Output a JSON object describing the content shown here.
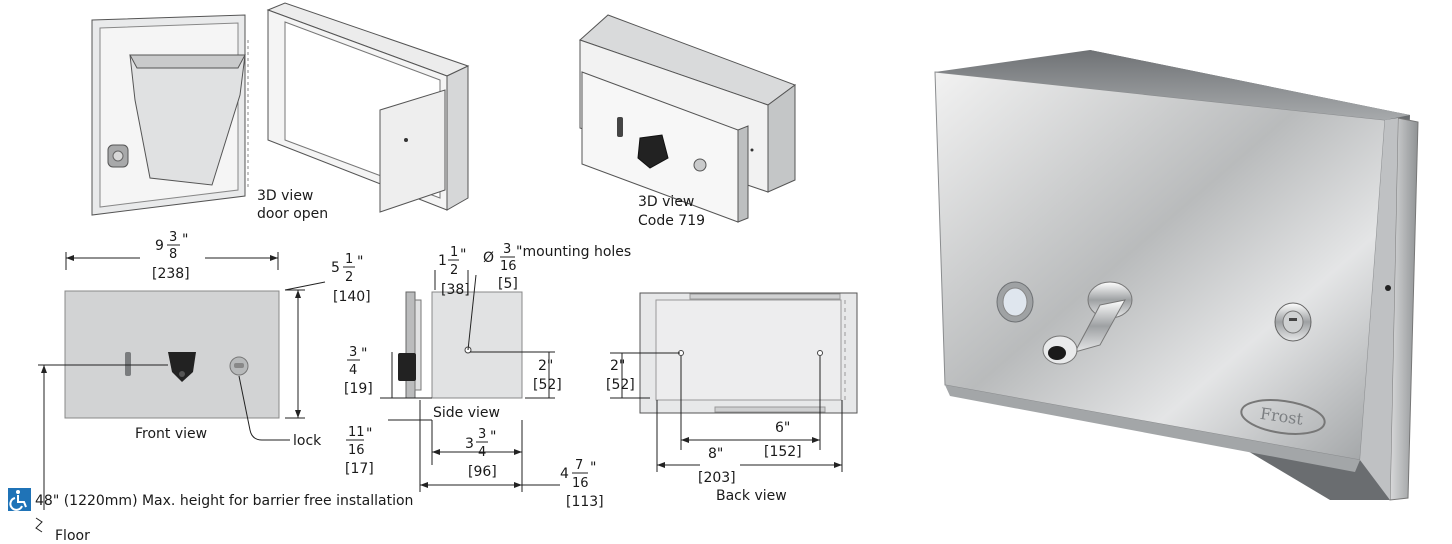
{
  "views": {
    "door_open": {
      "line1": "3D view",
      "line2": "door open"
    },
    "code": {
      "line1": "3D view",
      "line2": "Code 719"
    },
    "front": "Front view",
    "side": "Side view",
    "back": "Back view"
  },
  "dimensions": {
    "width": {
      "whole": "9",
      "num": "3",
      "den": "8",
      "unit": "\"",
      "mm": "[238]"
    },
    "height": {
      "whole": "5",
      "num": "1",
      "den": "2",
      "unit": "\"",
      "mm": "[140]"
    },
    "flange": {
      "whole": "1",
      "num": "1",
      "den": "2",
      "unit": "\"",
      "mm": "[38]"
    },
    "hole": {
      "prefix": "Ø",
      "num": "3",
      "den": "16",
      "text": "\"mounting holes",
      "mm": "[5]"
    },
    "valve_offset": {
      "num": "3",
      "den": "4",
      "unit": "\"",
      "mm": "[19]"
    },
    "hole_top": {
      "text": "2\"",
      "mm": "[52]"
    },
    "bottom_offset": {
      "num": "11",
      "den": "16",
      "unit": "\"",
      "mm": "[17]"
    },
    "depth": {
      "whole": "3",
      "num": "3",
      "den": "4",
      "unit": "\"",
      "mm": "[96]"
    },
    "total_depth": {
      "whole": "4",
      "num": "7",
      "den": "16",
      "unit": "\"",
      "mm": "[113]"
    },
    "back_hole_top": {
      "text": "2\"",
      "mm": "[52]"
    },
    "hole_spacing": {
      "text": "6\"",
      "mm": "[152]"
    },
    "back_width": {
      "text": "8\"",
      "mm": "[203]"
    }
  },
  "lock_label": "lock",
  "barrier_free": "48\" (1220mm) Max. height for barrier free installation",
  "floor": "Floor",
  "brand_mark": "Frost",
  "colors": {
    "accent": "#1f73b7",
    "steel": "#c9cbcc",
    "dark": "#222222"
  }
}
